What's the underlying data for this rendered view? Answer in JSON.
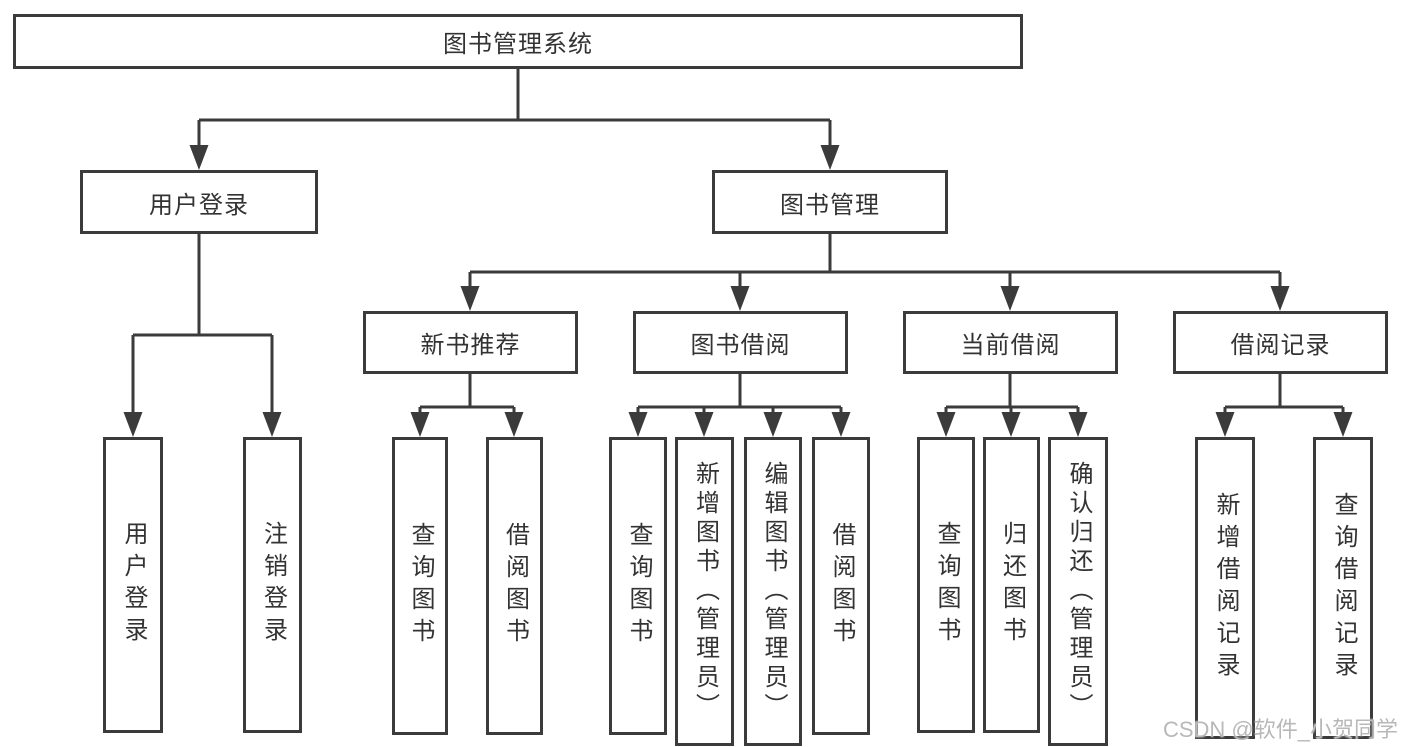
{
  "diagram": {
    "root": {
      "label": "图书管理系统"
    },
    "branches": [
      {
        "label": "用户登录",
        "children": [
          {
            "label": "用户登录"
          },
          {
            "label": "注销登录"
          }
        ]
      },
      {
        "label": "图书管理",
        "children": [
          {
            "label": "新书推荐",
            "children": [
              {
                "label": "查询图书"
              },
              {
                "label": "借阅图书"
              }
            ]
          },
          {
            "label": "图书借阅",
            "children": [
              {
                "label": "查询图书"
              },
              {
                "label": "新增图书（管理员）"
              },
              {
                "label": "编辑图书（管理员）"
              },
              {
                "label": "借阅图书"
              }
            ]
          },
          {
            "label": "当前借阅",
            "children": [
              {
                "label": "查询图书"
              },
              {
                "label": "归还图书"
              },
              {
                "label": "确认归还（管理员）"
              }
            ]
          },
          {
            "label": "借阅记录",
            "children": [
              {
                "label": "新增借阅记录"
              },
              {
                "label": "查询借阅记录"
              }
            ]
          }
        ]
      }
    ],
    "watermark": "CSDN @软件_小贺同学",
    "colors": {
      "line": "#3b3b3b",
      "box_border": "#3b3b3b",
      "text": "#333333",
      "watermark": "#b8b8b8",
      "background": "#ffffff"
    }
  }
}
